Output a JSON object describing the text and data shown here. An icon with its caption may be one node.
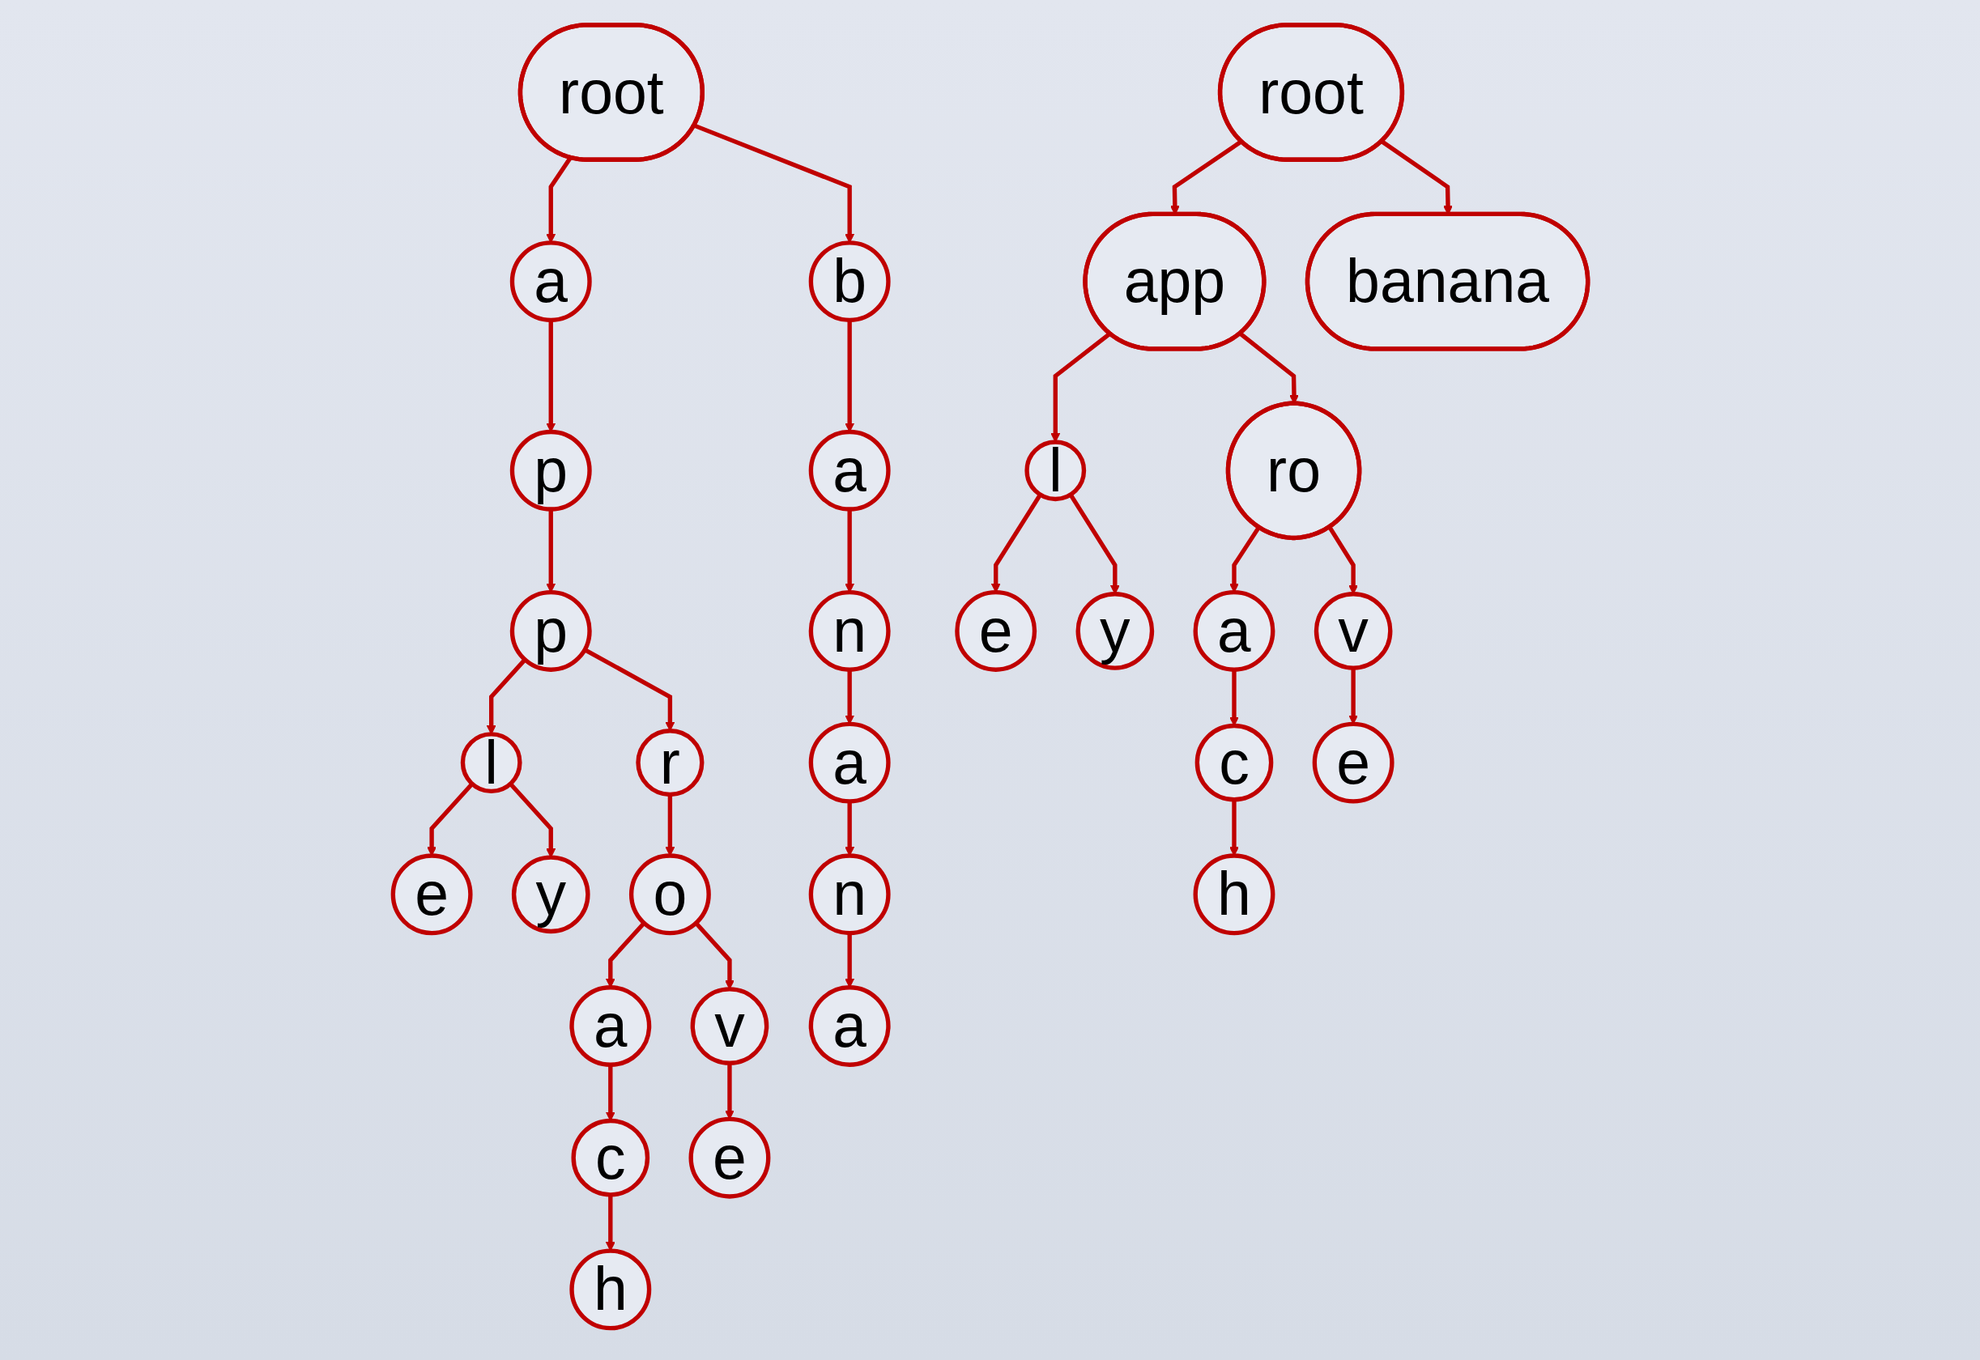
{
  "diagram": {
    "nodes": [
      {
        "text": [
          "root"
        ]
      },
      {
        "text": [
          "a"
        ]
      },
      {
        "text": [
          "p"
        ]
      },
      {
        "text": [
          "p"
        ]
      },
      {
        "text": [
          "l"
        ]
      },
      {
        "text": [
          "e"
        ]
      },
      {
        "text": [
          "y"
        ]
      },
      {
        "text": [
          "r"
        ]
      },
      {
        "text": [
          "o"
        ]
      },
      {
        "text": [
          "a"
        ]
      },
      {
        "text": [
          "c"
        ]
      },
      {
        "text": [
          "h"
        ]
      },
      {
        "text": [
          "v"
        ]
      },
      {
        "text": [
          "e"
        ]
      },
      {
        "text": [
          "b"
        ]
      },
      {
        "text": [
          "a"
        ]
      },
      {
        "text": [
          "n"
        ]
      },
      {
        "text": [
          "a"
        ]
      },
      {
        "text": [
          "n"
        ]
      },
      {
        "text": [
          "a"
        ]
      },
      {
        "text": [
          "root"
        ]
      },
      {
        "text": [
          "app"
        ]
      },
      {
        "text": [
          "l"
        ]
      },
      {
        "text": [
          "e"
        ]
      },
      {
        "text": [
          "y"
        ]
      },
      {
        "text": [
          "ro"
        ]
      },
      {
        "text": [
          "a"
        ]
      },
      {
        "text": [
          "c"
        ]
      },
      {
        "text": [
          "h"
        ]
      },
      {
        "text": [
          "v"
        ]
      },
      {
        "text": [
          "e"
        ]
      },
      {
        "text": [
          "banana"
        ]
      }
    ],
    "edges": [
      {
        "from": 0,
        "to": 1,
        "arrow": "to"
      },
      {
        "from": 1,
        "to": 2,
        "arrow": "to"
      },
      {
        "from": 2,
        "to": 3,
        "arrow": "to"
      },
      {
        "from": 3,
        "to": 4,
        "arrow": "to"
      },
      {
        "from": 4,
        "to": 5,
        "arrow": "to"
      },
      {
        "from": 4,
        "to": 6,
        "arrow": "to"
      },
      {
        "from": 3,
        "to": 7,
        "arrow": "to"
      },
      {
        "from": 7,
        "to": 8,
        "arrow": "to"
      },
      {
        "from": 8,
        "to": 9,
        "arrow": "to"
      },
      {
        "from": 9,
        "to": 10,
        "arrow": "to"
      },
      {
        "from": 10,
        "to": 11,
        "arrow": "to"
      },
      {
        "from": 8,
        "to": 12,
        "arrow": "to"
      },
      {
        "from": 12,
        "to": 13,
        "arrow": "to"
      },
      {
        "from": 0,
        "to": 14,
        "arrow": "to"
      },
      {
        "from": 14,
        "to": 15,
        "arrow": "to"
      },
      {
        "from": 15,
        "to": 16,
        "arrow": "to"
      },
      {
        "from": 16,
        "to": 17,
        "arrow": "to"
      },
      {
        "from": 17,
        "to": 18,
        "arrow": "to"
      },
      {
        "from": 18,
        "to": 19,
        "arrow": "to"
      },
      {
        "from": 20,
        "to": 21,
        "arrow": "to"
      },
      {
        "from": 21,
        "to": 22,
        "arrow": "to"
      },
      {
        "from": 22,
        "to": 23,
        "arrow": "to"
      },
      {
        "from": 22,
        "to": 24,
        "arrow": "to"
      },
      {
        "from": 21,
        "to": 25,
        "arrow": "to"
      },
      {
        "from": 25,
        "to": 26,
        "arrow": "to"
      },
      {
        "from": 26,
        "to": 27,
        "arrow": "to"
      },
      {
        "from": 27,
        "to": 28,
        "arrow": "to"
      },
      {
        "from": 25,
        "to": 29,
        "arrow": "to"
      },
      {
        "from": 29,
        "to": 30,
        "arrow": "to"
      },
      {
        "from": 20,
        "to": 31,
        "arrow": "to"
      }
    ]
  }
}
